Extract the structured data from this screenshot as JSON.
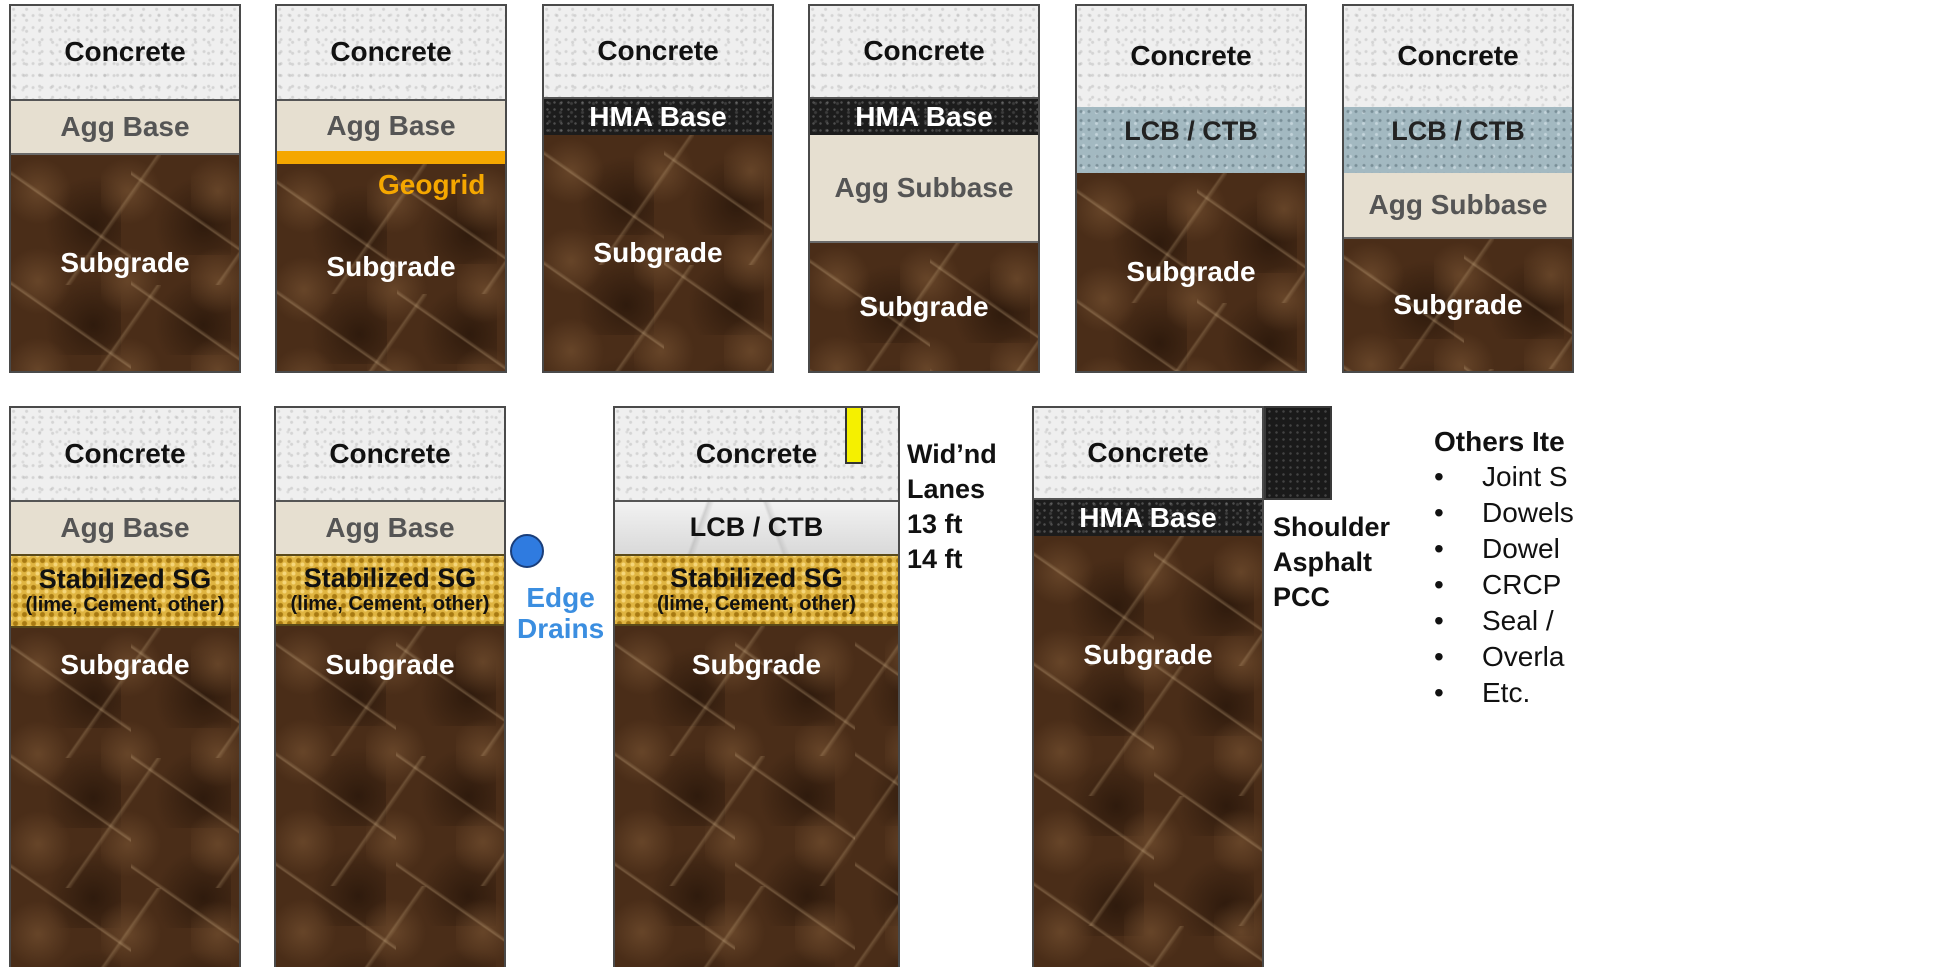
{
  "layers": {
    "concrete": "Concrete",
    "agg_base": "Agg Base",
    "hma_base": "HMA Base",
    "agg_subbase": "Agg Subbase",
    "lcb_ctb": "LCB / CTB",
    "subgrade": "Subgrade",
    "stabilized_sg": "Stabilized SG",
    "stabilized_sg_sub": "(lime, Cement, other)"
  },
  "geogrid": "Geogrid",
  "edge_drains": {
    "line1": "Edge",
    "line2": "Drains"
  },
  "widened": {
    "line1": "Wid’nd",
    "line2": "Lanes",
    "line3": "13 ft",
    "line4": "14 ft"
  },
  "shoulder": {
    "line1": "Shoulder",
    "line2": "Asphalt",
    "line3": "PCC"
  },
  "others": {
    "title": "Others Ite",
    "items": [
      "Joint S",
      "Dowels",
      "Dowel",
      "CRCP",
      "Seal /",
      "Overla",
      "Etc."
    ]
  },
  "colors": {
    "geogrid": "#f5a700",
    "edge_drains": "#3b8ee0",
    "marker": "#f5f000"
  }
}
